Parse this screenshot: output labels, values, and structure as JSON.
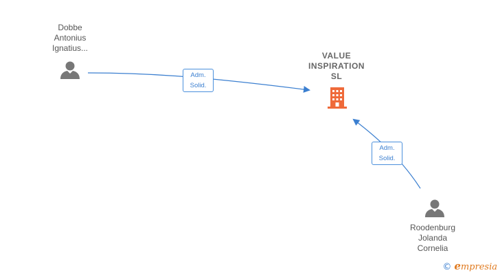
{
  "nodes": {
    "person1": {
      "lines": [
        "Dobbe",
        "Antonius",
        "Ignatius..."
      ]
    },
    "company": {
      "lines": [
        "VALUE",
        "INSPIRATION",
        "SL"
      ]
    },
    "person2": {
      "lines": [
        "Roodenburg",
        "Jolanda",
        "Cornelia"
      ]
    }
  },
  "relations": {
    "rel1": {
      "line1": "Adm.",
      "line2": "Solid."
    },
    "rel2": {
      "line1": "Adm.",
      "line2": "Solid."
    }
  },
  "colors": {
    "edge": "#3b7fd0",
    "person_icon": "#777777",
    "company_icon": "#ef6a3a"
  },
  "footer": {
    "copyright_symbol": "©",
    "brand_initial": "e",
    "brand_rest": "mpresia"
  }
}
